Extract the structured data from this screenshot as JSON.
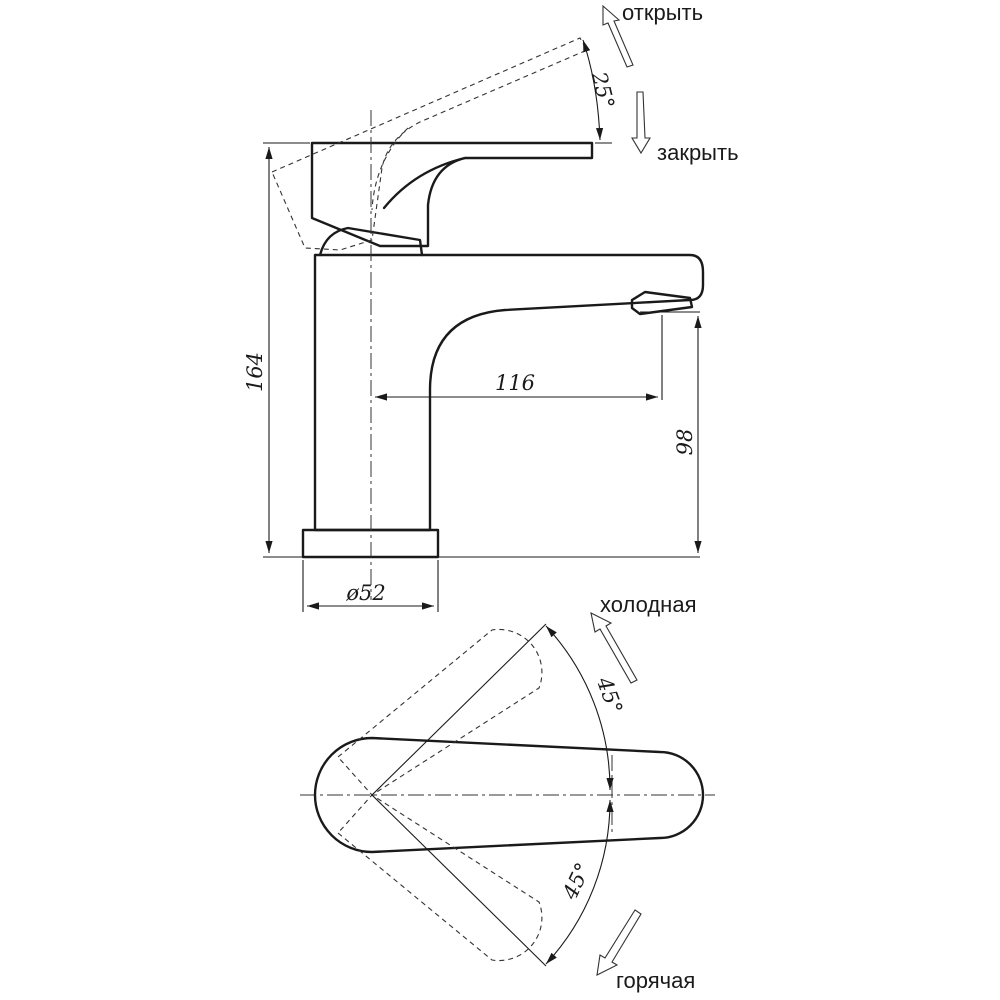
{
  "labels": {
    "open": "открыть",
    "close": "закрыть",
    "cold": "холодная",
    "hot": "горячая"
  },
  "dimensions": {
    "height_total": "164",
    "spout_reach": "116",
    "spout_height": "98",
    "base_diameter": "ø52",
    "lever_lift_angle": "25°",
    "cold_rotation_angle": "45°",
    "hot_rotation_angle": "45°"
  }
}
